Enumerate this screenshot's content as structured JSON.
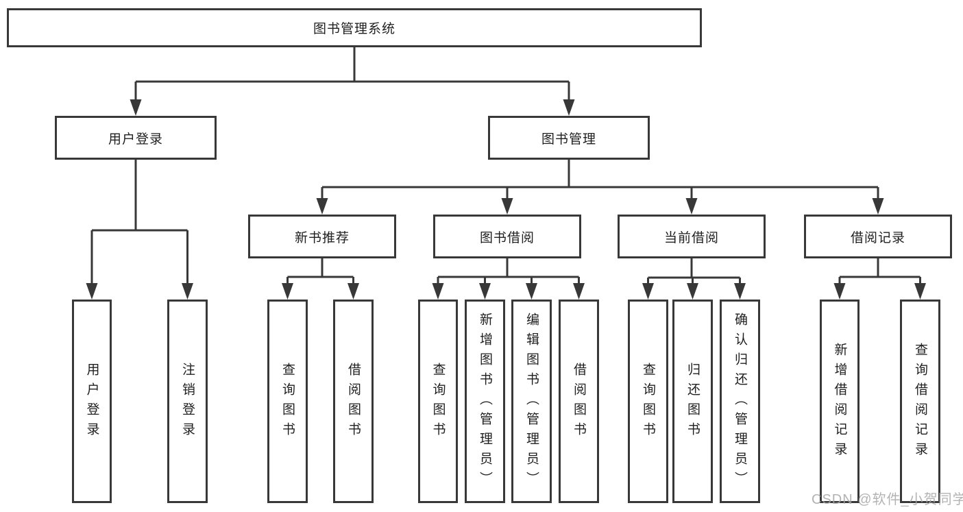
{
  "colors": {
    "line_color": "#383838",
    "text_color": "#1f1f1f",
    "watermark_color": "#a6a6a6"
  },
  "diagram": {
    "root": {
      "label": "图书管理系统"
    },
    "level1": {
      "user_login": {
        "label": "用户登录"
      },
      "book_management": {
        "label": "图书管理"
      }
    },
    "level2": {
      "new_book_recommendation": {
        "label": "新书推荐"
      },
      "book_borrowing": {
        "label": "图书借阅"
      },
      "current_borrowing": {
        "label": "当前借阅"
      },
      "borrowing_records": {
        "label": "借阅记录"
      }
    },
    "leaves": {
      "user_login": {
        "label": "用户登录"
      },
      "logout": {
        "label": "注销登录"
      },
      "nb_query_books": {
        "label": "查询图书"
      },
      "nb_borrow_books": {
        "label": "借阅图书"
      },
      "bb_query_books": {
        "label": "查询图书"
      },
      "bb_add_books": {
        "label": "新增图书（管理员）"
      },
      "bb_edit_books": {
        "label": "编辑图书（管理员）"
      },
      "bb_borrow_books": {
        "label": "借阅图书"
      },
      "cb_query_books": {
        "label": "查询图书"
      },
      "cb_return_books": {
        "label": "归还图书"
      },
      "cb_confirm_return": {
        "label": "确认归还（管理员）"
      },
      "br_add_record": {
        "label": "新增借阅记录"
      },
      "br_query_record": {
        "label": "查询借阅记录"
      }
    }
  },
  "watermark": {
    "text": "CSDN @软件_小贺同学"
  }
}
